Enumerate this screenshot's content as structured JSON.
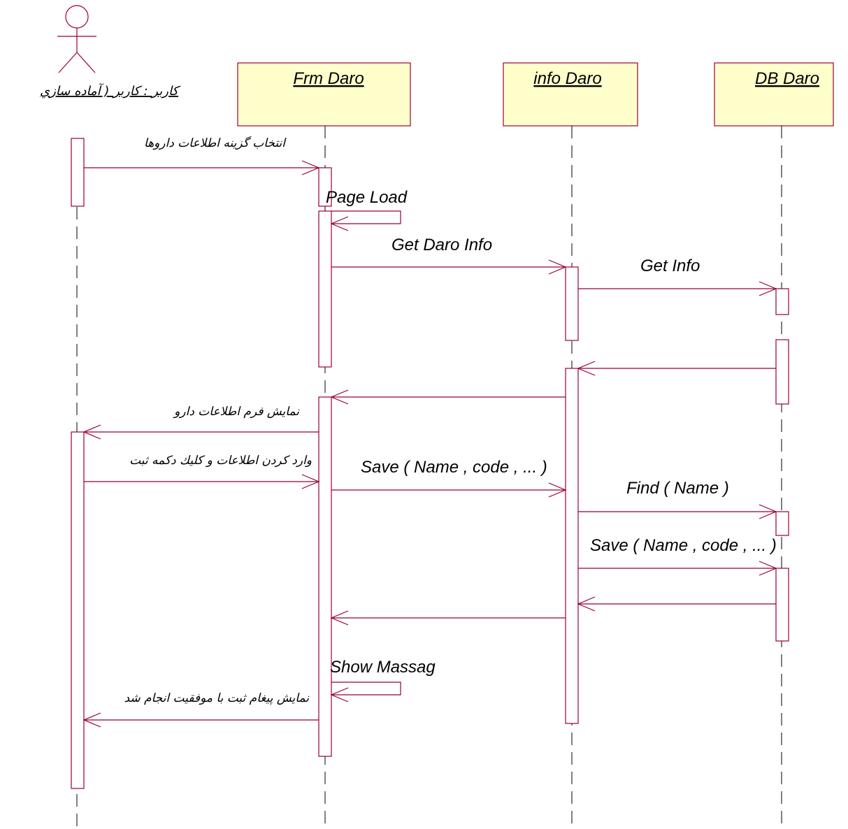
{
  "actor": {
    "name": "کاربر : کاربر ( آماده سازي"
  },
  "objects": [
    {
      "name": "Frm  Daro"
    },
    {
      "name": "info  Daro"
    },
    {
      "name": "DB  Daro"
    }
  ],
  "messages": {
    "m1": "انتخاب گزينه اطلاعات داروها",
    "m2": "Page Load",
    "m3": "Get Daro Info",
    "m4": "Get Info",
    "m5": "نمايش فرم اطلاعات دارو",
    "m6": "وارد كردن اطلاعات و كليك دكمه ثبت",
    "m7": "Save ( Name , code , ... )",
    "m8": "Find ( Name )",
    "m9": "Save ( Name , code , ... )",
    "m10": "Show Massag",
    "m11": "نمايش پيغام ثبت با موفقيت انجام شد"
  },
  "colors": {
    "line": "#990033",
    "object_fill": "#ffffcc"
  }
}
